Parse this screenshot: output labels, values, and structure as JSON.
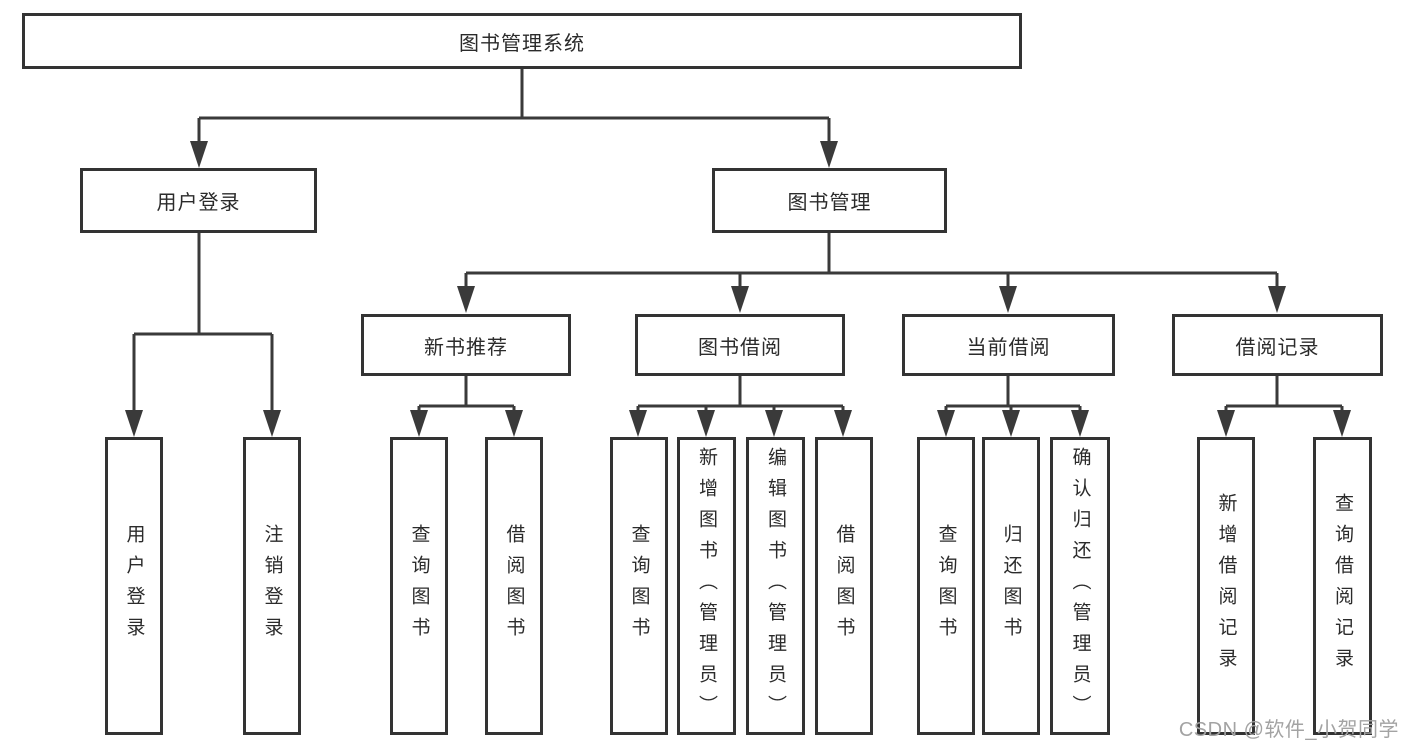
{
  "tree": {
    "root": {
      "label": "图书管理系统",
      "children": [
        {
          "label": "用户登录",
          "children": [
            {
              "label": "用户登录"
            },
            {
              "label": "注销登录"
            }
          ]
        },
        {
          "label": "图书管理",
          "children": [
            {
              "label": "新书推荐",
              "children": [
                {
                  "label": "查询图书"
                },
                {
                  "label": "借阅图书"
                }
              ]
            },
            {
              "label": "图书借阅",
              "children": [
                {
                  "label": "查询图书"
                },
                {
                  "label": "新增图书（管理员）"
                },
                {
                  "label": "编辑图书（管理员）"
                },
                {
                  "label": "借阅图书"
                }
              ]
            },
            {
              "label": "当前借阅",
              "children": [
                {
                  "label": "查询图书"
                },
                {
                  "label": "归还图书"
                },
                {
                  "label": "确认归还（管理员）"
                }
              ]
            },
            {
              "label": "借阅记录",
              "children": [
                {
                  "label": "新增借阅记录"
                },
                {
                  "label": "查询借阅记录"
                }
              ]
            }
          ]
        }
      ]
    }
  },
  "watermark": {
    "text": "CSDN @软件_小贺同学"
  },
  "colors": {
    "line": "#3a3a3a",
    "border": "#333333",
    "text": "#2b2b2b",
    "watermark": "#a3a3a3",
    "background": "#ffffff"
  }
}
